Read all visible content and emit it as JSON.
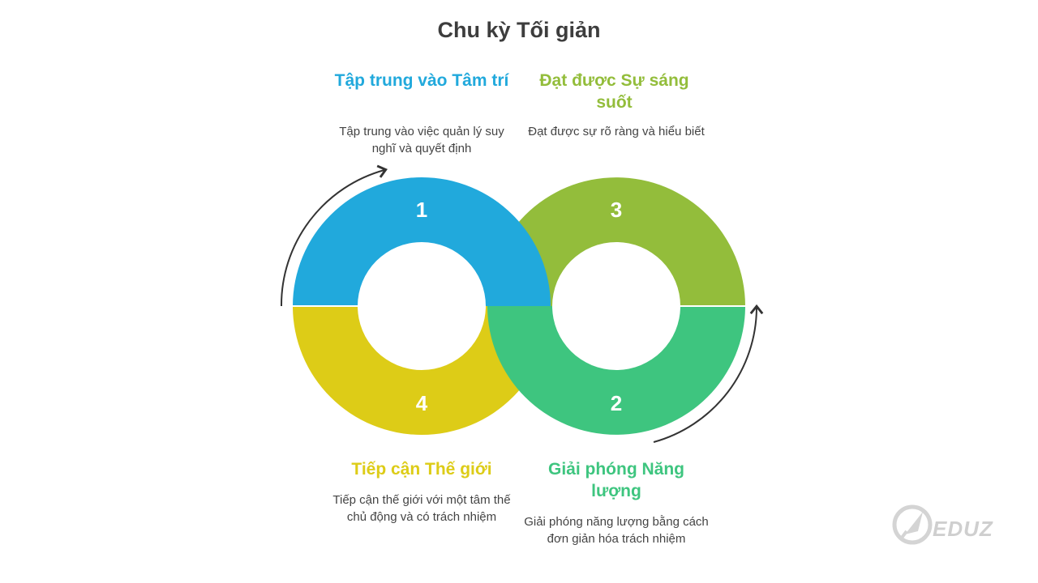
{
  "title": "Chu kỳ Tối giản",
  "steps": {
    "s1": {
      "number": "1",
      "title": "Tập trung vào Tâm trí",
      "description": "Tập trung vào việc quản lý suy nghĩ và quyết định",
      "color": "#21a9dc"
    },
    "s2": {
      "number": "2",
      "title": "Giải phóng Năng lượng",
      "description": "Giải phóng năng lượng bằng cách đơn giản hóa trách nhiệm",
      "color": "#3ec57f"
    },
    "s3": {
      "number": "3",
      "title": "Đạt được Sự sáng suốt",
      "description": "Đạt được sự rõ ràng và hiểu biết",
      "color": "#93bd3b"
    },
    "s4": {
      "number": "4",
      "title": "Tiếp cận Thế giới",
      "description": "Tiếp cận thế giới với một tâm thế chủ động và có trách nhiệm",
      "color": "#ddcc17"
    }
  },
  "logo": {
    "text": "EDUZ",
    "icon": "rocket-icon"
  },
  "arrow_icon": "curved-arrow-icon"
}
